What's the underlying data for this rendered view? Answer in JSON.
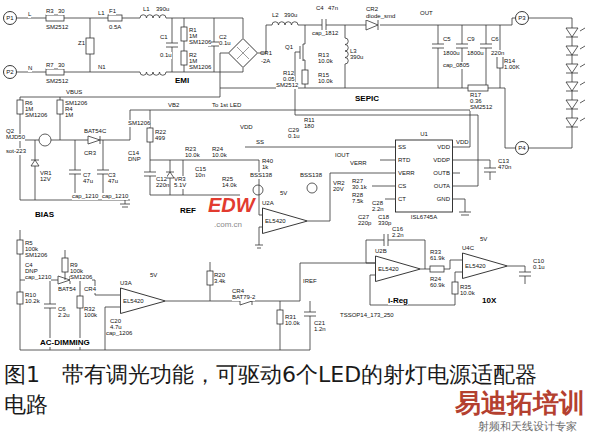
{
  "diagram": {
    "caption": "图1　带有调光功能，可驱动6个LED的射灯电源适配器电路",
    "nodes": [
      {
        "text": [
          "P1"
        ]
      },
      {
        "text": [
          "P3"
        ]
      },
      {
        "text": [
          "CR1"
        ]
      },
      {
        "text": [
          "P2"
        ]
      },
      {
        "text": [
          "U1",
          "SS",
          "RTD",
          "VERR",
          "CS",
          "CT",
          "VDD",
          "VDDP",
          "OUTB",
          "OUTA",
          "GND",
          "ISL6745A"
        ]
      },
      {
        "text": [
          "P4"
        ]
      },
      {
        "text": [
          "U2A",
          "EL5420"
        ]
      },
      {
        "text": [
          "U4C",
          "EL5420"
        ]
      },
      {
        "text": [
          "U2B",
          "EL5420"
        ]
      },
      {
        "text": [
          "U3A",
          "EL5420"
        ]
      }
    ],
    "labels": [
      "L",
      "R3",
      "30",
      "SM2512",
      "L1",
      "F1",
      "0.5A",
      "Z1",
      "L1",
      "390u",
      "C1",
      "0.1u",
      "R1",
      "1M",
      "SM1206",
      "R2",
      "1M",
      "SM1206",
      "C2",
      "0.1u",
      "-2A",
      "EMI",
      "N",
      "R7",
      "30",
      "SM2512",
      "N1",
      "VBUS",
      "L2",
      "390u",
      "C4",
      "47n",
      "cap_1812",
      "CR2",
      "diode_smd",
      "OUT",
      "Q1",
      "R13",
      "10.0k",
      "L3",
      "390u",
      "R12",
      "0.05",
      "SM2512",
      "R15",
      "10.0k",
      "SEPIC",
      "C5",
      "1800u",
      "C9",
      "1800u",
      "C6",
      "220n",
      "cap_0805",
      "R14",
      "1.00K",
      "R17",
      "0.36",
      "SM2512",
      "R6",
      "1M",
      "SM1206",
      "SM1206",
      "R4",
      "1M",
      "Q2",
      "MJD50",
      "sot-223",
      "BAT54C",
      "CR3",
      "VR1",
      "12V",
      "C7",
      "47u",
      "cap_1210",
      "C3",
      "47u",
      "cap_1210",
      "BIAS",
      "VB2",
      "To 1st LED",
      "SM1206",
      "R22",
      "499",
      "C14",
      "DNP",
      "C12",
      "220n",
      "VR3",
      "5.1V",
      "R23",
      "10.0k",
      "R24",
      "10.0k",
      "C15",
      "10n",
      "R25",
      "14.0k",
      "REF",
      "VDD",
      "SS",
      "C29",
      "0.1u",
      "R11",
      "180",
      "VDD",
      "C13",
      "470n",
      "IOUT",
      "VERR",
      "R40",
      "1k",
      "BSS138",
      "BSS138",
      "VR2",
      "20V",
      "R27",
      "30.1k",
      "R28",
      "7.5k",
      "C28",
      "2.2n",
      "C27",
      "220p",
      "C18",
      "330p",
      "5V",
      "EDW",
      ".com.cn",
      "C16",
      "2.2n",
      "R33",
      "61.9k",
      "R24",
      "60.9k",
      "R35",
      "10.0k",
      "5V",
      "C10",
      "0.1u",
      "10X",
      "i-Reg",
      "TSSOP14_173_250",
      "IREF",
      "R5",
      "100k",
      "SM1206",
      "R9",
      "100k",
      "SM1206",
      "C4",
      "DNP",
      "cap_1210",
      "R10",
      "10.2k",
      "BAT54",
      "CR4",
      "C6",
      "2.2u",
      "R32",
      "100k",
      "C20",
      "4.7u",
      "cap_1206",
      "5V",
      "AC-DIMMING",
      "R20",
      "3.4k",
      "CR4",
      "BAT79-2",
      "R31",
      "10.0k",
      "C21",
      "1.2n",
      "易迪拓培训",
      "射频和天线设计专家"
    ]
  }
}
